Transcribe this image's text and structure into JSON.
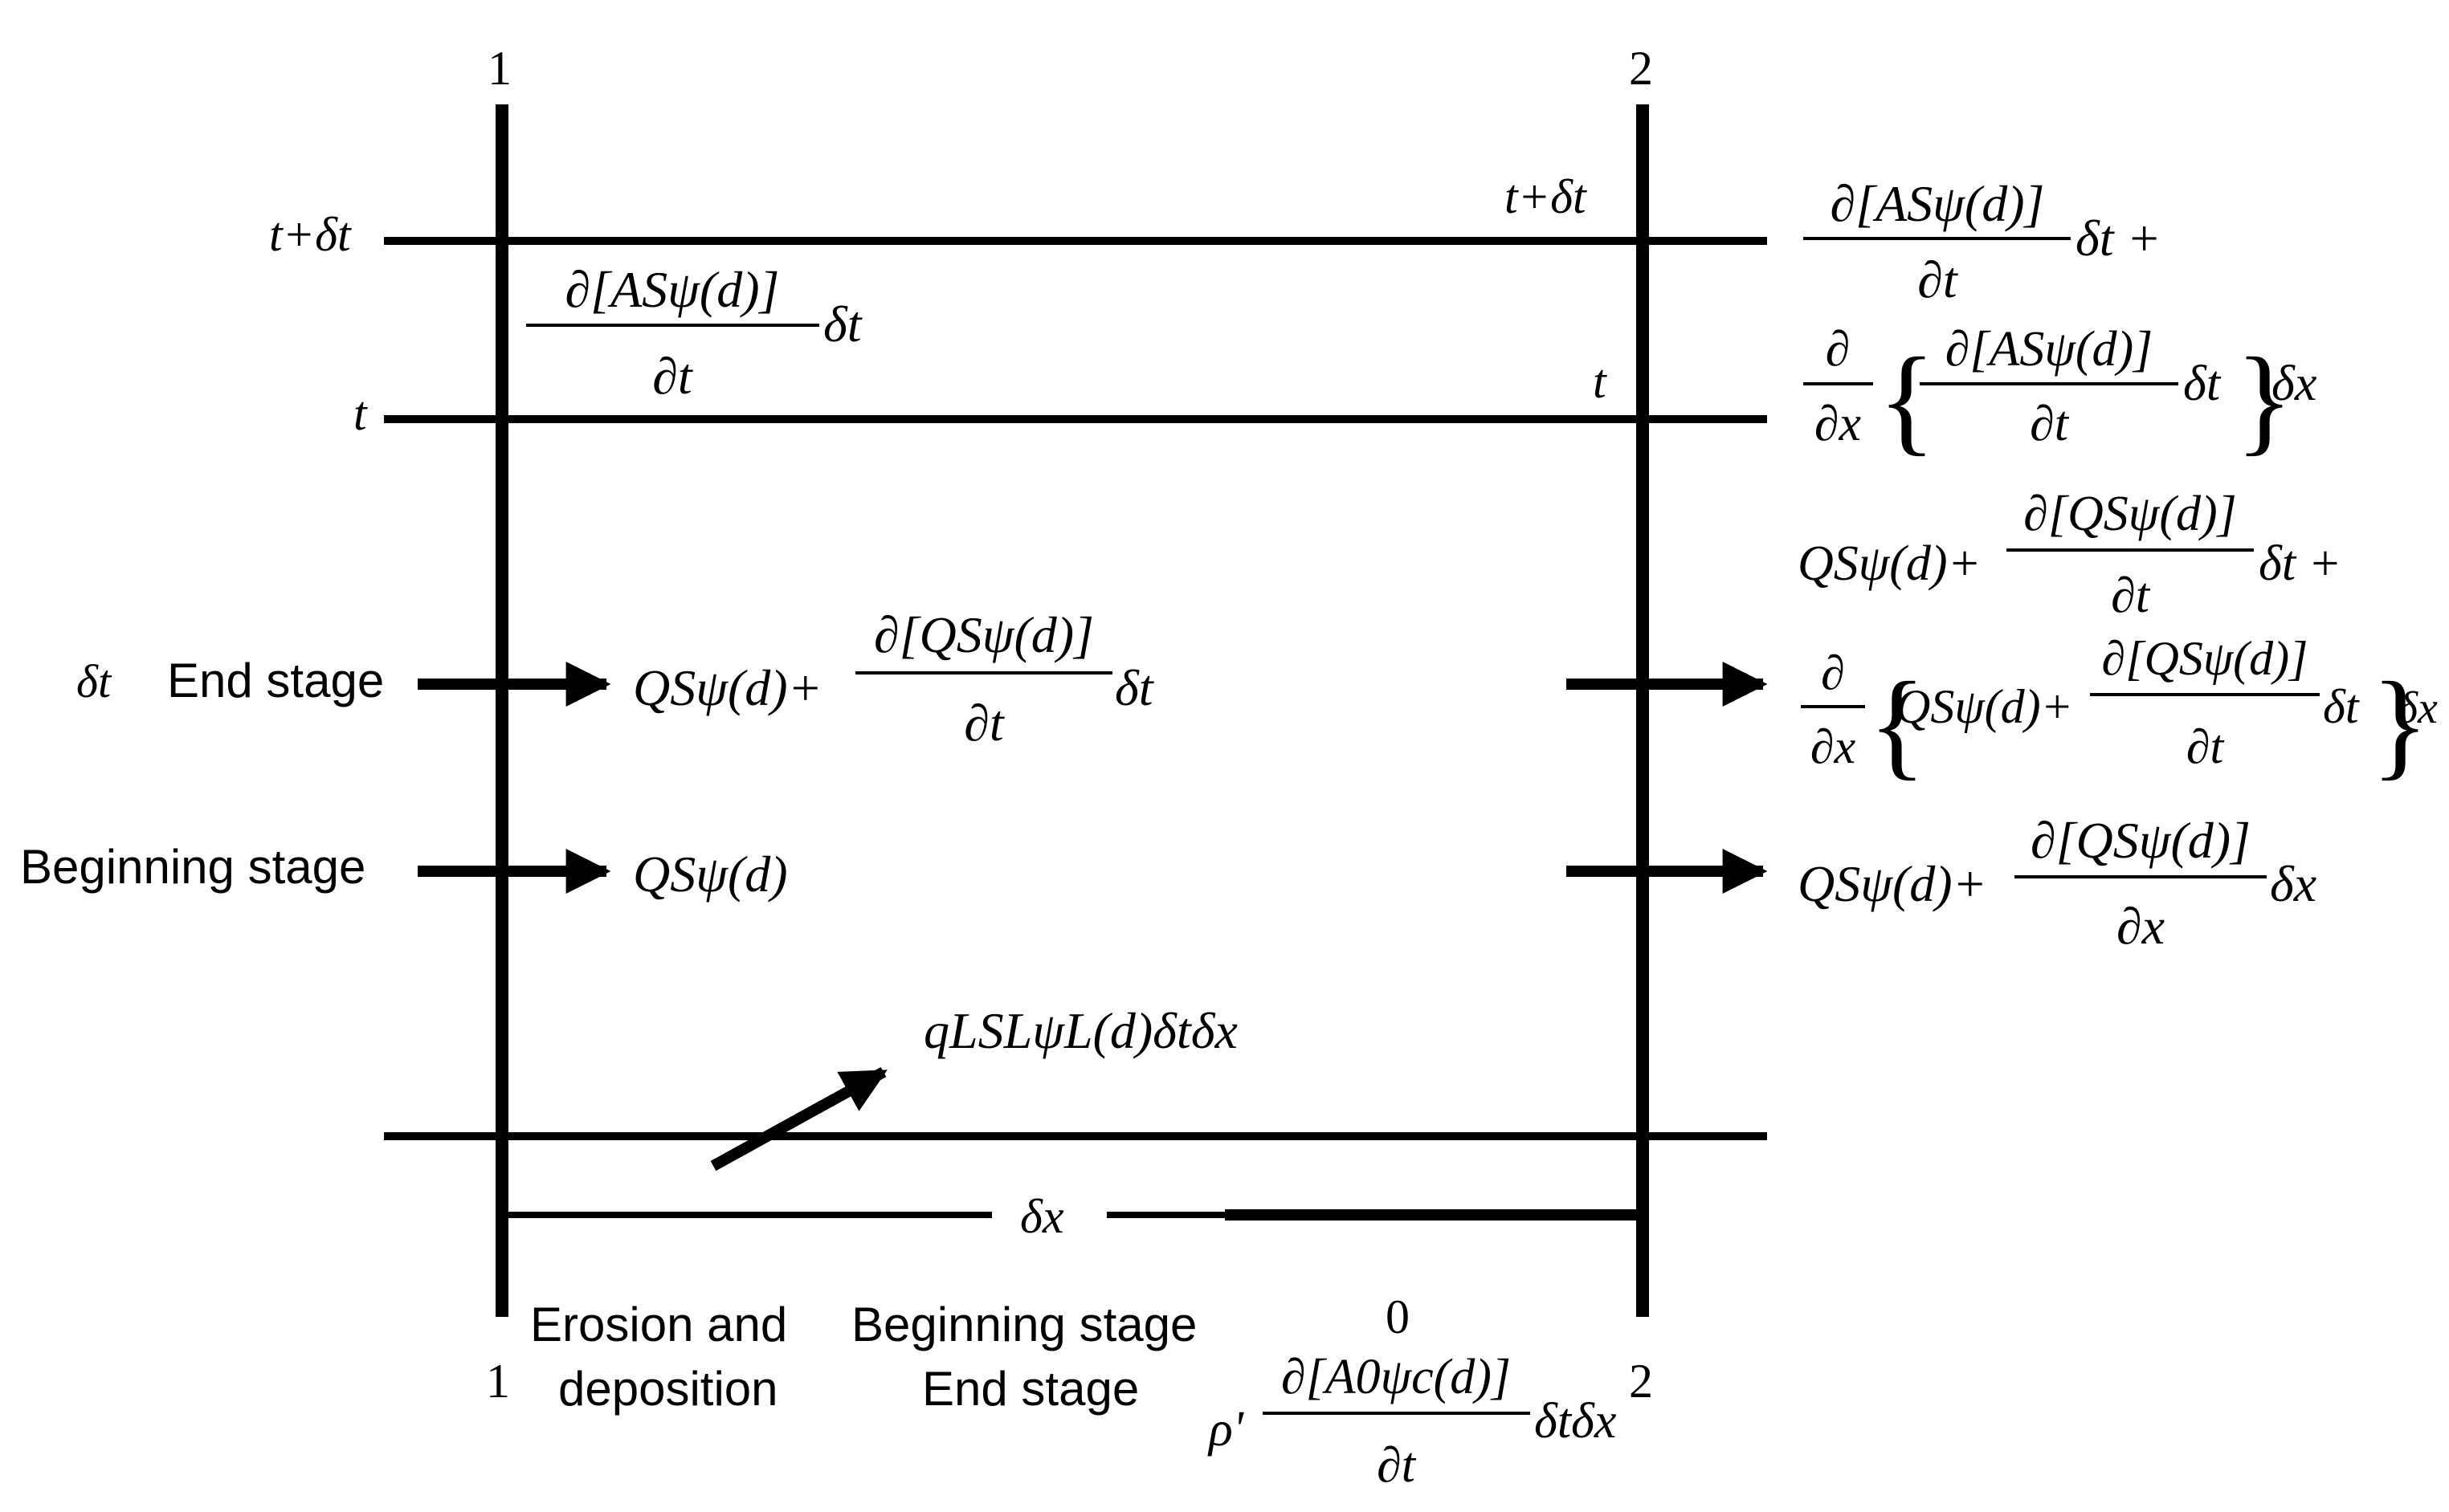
{
  "section_labels": {
    "top_left": "1",
    "top_right": "2",
    "bottom_left": "1",
    "bottom_right": "2"
  },
  "time_labels": {
    "t_plus_dt_left": "t+δt",
    "t_plus_dt_right": "t+δt",
    "t_left": "t",
    "t_right": "t"
  },
  "stage_labels": {
    "dt_symbol": "δt",
    "end_stage": "End stage",
    "beginning_stage": "Beginning stage"
  },
  "dx_label": "δx",
  "bottom_labels": {
    "erosion_line1": "Erosion and",
    "erosion_line2": "deposition",
    "beginning_stage": "Beginning stage",
    "end_stage": "End stage",
    "zero": "0"
  },
  "formulas": {
    "storage_mid": {
      "numerator": "∂[ASψ(d)]",
      "denominator": "∂t",
      "suffix": "δt"
    },
    "right_top_line1": {
      "numerator": "∂[ASψ(d)]",
      "denominator": "∂t",
      "suffix": "δt +"
    },
    "right_top_line2": {
      "outer_num": "∂",
      "outer_den": "∂x",
      "inner_num": "∂[ASψ(d)]",
      "inner_den": "∂t",
      "inner_suffix": "δt",
      "suffix": "δx"
    },
    "inflow_end": {
      "prefix": "QSψ(d)+",
      "numerator": "∂[QSψ(d)]",
      "denominator": "∂t",
      "suffix": "δt"
    },
    "inflow_begin": {
      "text": "QSψ(d)"
    },
    "outflow_end_line1": {
      "prefix": "QSψ(d)+",
      "numerator": "∂[QSψ(d)]",
      "denominator": "∂t",
      "suffix": "δt +"
    },
    "outflow_end_line2": {
      "outer_num": "∂",
      "outer_den": "∂x",
      "inner_prefix": "QSψ(d)+",
      "inner_num": "∂[QSψ(d)]",
      "inner_den": "∂t",
      "inner_suffix": "δt",
      "suffix": "δx"
    },
    "outflow_begin": {
      "prefix": "QSψ(d)+",
      "numerator": "∂[QSψ(d)]",
      "denominator": "∂x",
      "suffix": "δx"
    },
    "lateral": {
      "text": "qLSLψL(d)δtδx"
    },
    "bed": {
      "prefix": "ρ'",
      "numerator": "∂[A0ψc(d)]",
      "denominator": "∂t",
      "suffix": "δtδx"
    }
  }
}
